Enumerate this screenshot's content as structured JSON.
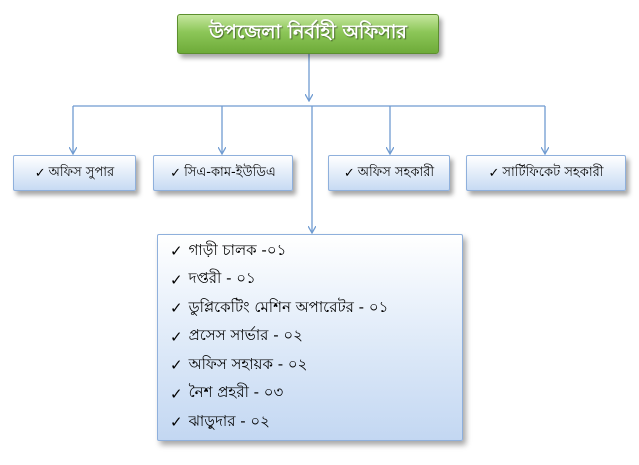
{
  "top": {
    "label": "উপজেলা নির্বাহী অফিসার"
  },
  "roles": [
    {
      "label": "অফিস সুপার"
    },
    {
      "label": "সিএ-কাম-ইউডিএ"
    },
    {
      "label": "অফিস সহকারী"
    },
    {
      "label": "সার্টিফিকেট সহকারী"
    }
  ],
  "staff": [
    {
      "label": "গাড়ী চালক -০১"
    },
    {
      "label": "দপ্তরী - ০১"
    },
    {
      "label": "ডুপ্লিকেটিং মেশিন অপারেটর - ০১"
    },
    {
      "label": "প্রসেস সার্ভার - ০২"
    },
    {
      "label": "অফিস সহায়ক - ০২"
    },
    {
      "label": "নৈশ প্রহরী - ০৩"
    },
    {
      "label": "ঝাড়ুদার - ০২"
    }
  ],
  "check_mark": "✓",
  "colors": {
    "top_box": "#8cc658",
    "role_border": "#8fb0dc",
    "connector": "#6f9bd1"
  }
}
